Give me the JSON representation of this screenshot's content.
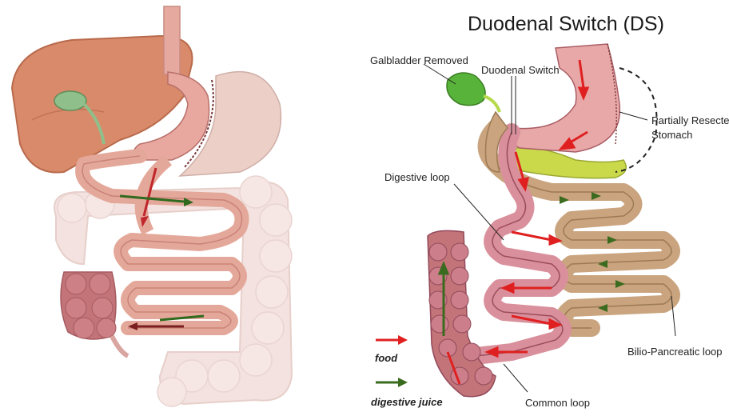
{
  "title": "Duodenal Switch (DS)",
  "labels": {
    "gallbladder_removed": "Galbladder Removed",
    "duodenal_switch": "Duodenal Switch",
    "partially_resected_stomach_line1": "Partially Resected",
    "partially_resected_stomach_line2": "Stomach",
    "digestive_loop": "Digestive loop",
    "bilio_pancreatic_loop": "Bilio-Pancreatic loop",
    "common_loop": "Common loop"
  },
  "legend": [
    {
      "label": "food",
      "color": "#e02020"
    },
    {
      "label": "digestive juice",
      "color": "#3a6b1e"
    }
  ],
  "colors": {
    "liver": "#d98a6a",
    "stomach": "#e9c3bc",
    "small_intestine": "#e4a89a",
    "large_intestine_faded": "#f3e2df",
    "colon": "#c27479",
    "bilio_loop": "#c9a47e",
    "gallbladder": "#58b33a",
    "pancreas": "#c9d94a"
  }
}
